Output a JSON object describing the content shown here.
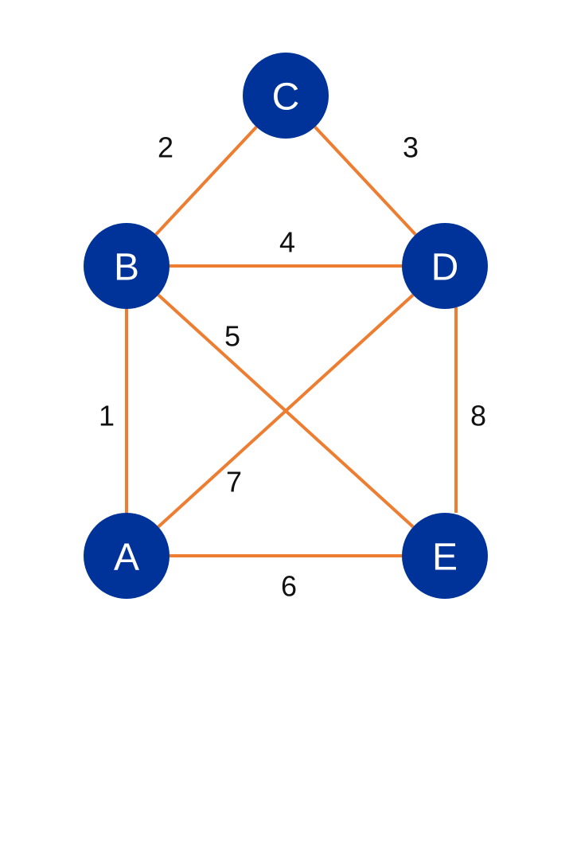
{
  "colors": {
    "node_fill": "#003399",
    "node_text": "#ffffff",
    "edge": "#ed7d31",
    "weight_text": "#111111",
    "background": "#ffffff"
  },
  "nodes": [
    {
      "id": "A",
      "label": "A"
    },
    {
      "id": "B",
      "label": "B"
    },
    {
      "id": "C",
      "label": "C"
    },
    {
      "id": "D",
      "label": "D"
    },
    {
      "id": "E",
      "label": "E"
    }
  ],
  "edges": [
    {
      "id": "A-B",
      "from": "A",
      "to": "B",
      "weight": "1"
    },
    {
      "id": "B-C",
      "from": "B",
      "to": "C",
      "weight": "2"
    },
    {
      "id": "C-D",
      "from": "C",
      "to": "D",
      "weight": "3"
    },
    {
      "id": "B-D",
      "from": "B",
      "to": "D",
      "weight": "4"
    },
    {
      "id": "B-E",
      "from": "B",
      "to": "E",
      "weight": "5"
    },
    {
      "id": "A-E",
      "from": "A",
      "to": "E",
      "weight": "6"
    },
    {
      "id": "A-D",
      "from": "A",
      "to": "D",
      "weight": "7"
    },
    {
      "id": "D-E",
      "from": "D",
      "to": "E",
      "weight": "8"
    }
  ]
}
